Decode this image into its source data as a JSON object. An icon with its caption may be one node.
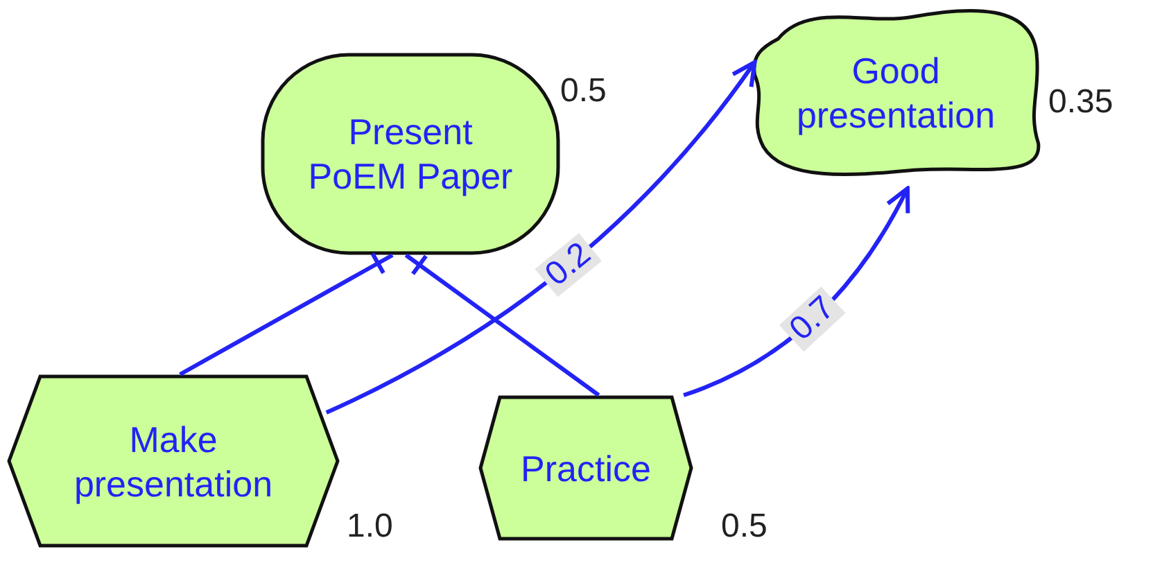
{
  "diagram": {
    "nodes": [
      {
        "text": [
          "Present PoEM Paper"
        ],
        "beside": [
          "0.5"
        ]
      },
      {
        "text": [
          "Good presentation"
        ],
        "beside": [
          "0.35"
        ]
      },
      {
        "text": [
          "Make presentation"
        ],
        "beside": [
          "1.0"
        ]
      },
      {
        "text": [
          "Practice"
        ],
        "beside": [
          "0.5"
        ]
      }
    ],
    "edges": [
      {
        "from": 2,
        "to": 0,
        "arrow": "other"
      },
      {
        "from": 3,
        "to": 0,
        "arrow": "other"
      },
      {
        "from": 2,
        "to": 1,
        "arrow": "to",
        "label": "0.2"
      },
      {
        "from": 3,
        "to": 1,
        "arrow": "to",
        "label": "0.7"
      }
    ]
  }
}
